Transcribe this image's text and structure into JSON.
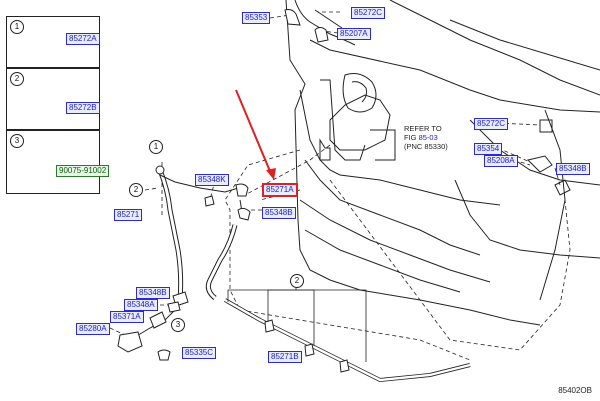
{
  "diagram": {
    "figure_id": "85402OB",
    "note": {
      "line1": "REFER TO",
      "line2_prefix": "FIG ",
      "fig_link": "85-03",
      "line3": "(PNC 85330)"
    },
    "key_callouts": [
      "1",
      "2",
      "3"
    ],
    "key_labels": [
      "85272A",
      "85272B",
      "90075-91002"
    ],
    "labels": [
      "85353",
      "85272C",
      "85207A",
      "85272C",
      "85354",
      "85208A",
      "85348B",
      "85348K",
      "85271A",
      "85348B",
      "85271",
      "85348B",
      "85348A",
      "85371A",
      "85280A",
      "85335C",
      "85271B"
    ],
    "callouts": [
      "1",
      "2",
      "3",
      "2"
    ],
    "colors": {
      "label_text": "#1b1bd0",
      "label_fill": "#e8ecfb",
      "highlight": "#e02020",
      "line": "#222222"
    }
  }
}
